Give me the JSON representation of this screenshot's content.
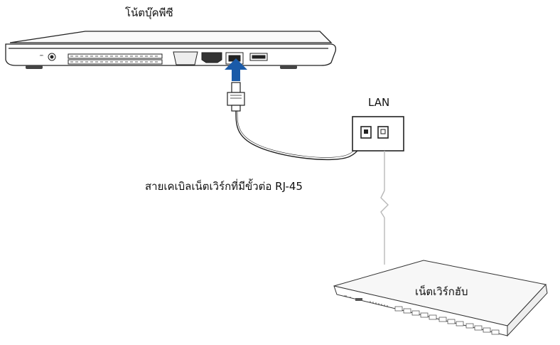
{
  "labels": {
    "notebook": "โน้ตบุ๊คพีซี",
    "lan": "LAN",
    "cable": "สายเคเบิลเน็ตเวิร์กที่มีขั้วต่อ RJ-45",
    "hub": "เน็ตเวิร์กฮับ"
  },
  "colors": {
    "arrow": "#1a5aa8",
    "line": "#222222",
    "gray_line": "#b8b8b8"
  }
}
